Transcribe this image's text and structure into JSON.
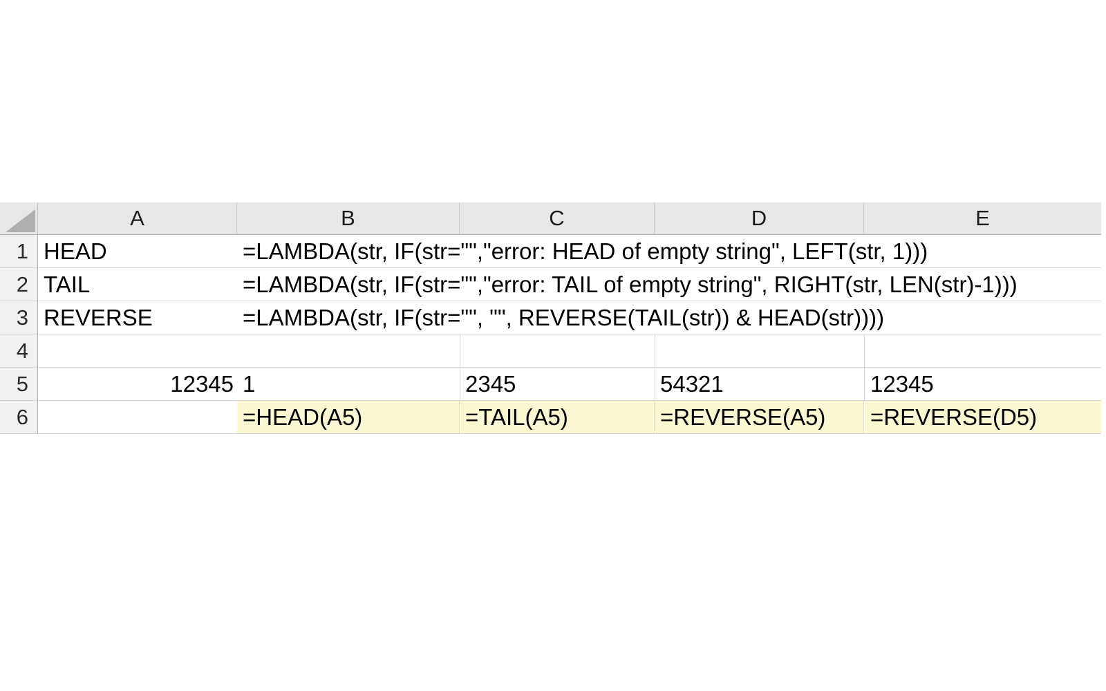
{
  "sheet": {
    "column_headers": [
      "A",
      "B",
      "C",
      "D",
      "E"
    ],
    "row_numbers": [
      "1",
      "2",
      "3",
      "4",
      "5",
      "6"
    ],
    "rows": {
      "r1": {
        "A": "HEAD",
        "B": "=LAMBDA(str, IF(str=\"\",\"error: HEAD of empty string\", LEFT(str, 1)))"
      },
      "r2": {
        "A": "TAIL",
        "B": "=LAMBDA(str, IF(str=\"\",\"error: TAIL of empty string\", RIGHT(str, LEN(str)-1)))"
      },
      "r3": {
        "A": "REVERSE",
        "B": "=LAMBDA(str, IF(str=\"\", \"\", REVERSE(TAIL(str)) & HEAD(str))))"
      },
      "r5": {
        "A": "12345",
        "B": "1",
        "C": "2345",
        "D": "54321",
        "E": "12345"
      },
      "r6": {
        "B": "=HEAD(A5)",
        "C": "=TAIL(A5)",
        "D": "=REVERSE(A5)",
        "E": "=REVERSE(D5)"
      }
    },
    "colors": {
      "highlight": "#faf7d2",
      "header_fill": "#e7e7e7",
      "gutter_fill": "#f1f1f1",
      "gridline": "#d9d9d9",
      "header_border": "#a9a9a9",
      "corner_triangle": "#afafaf"
    }
  }
}
